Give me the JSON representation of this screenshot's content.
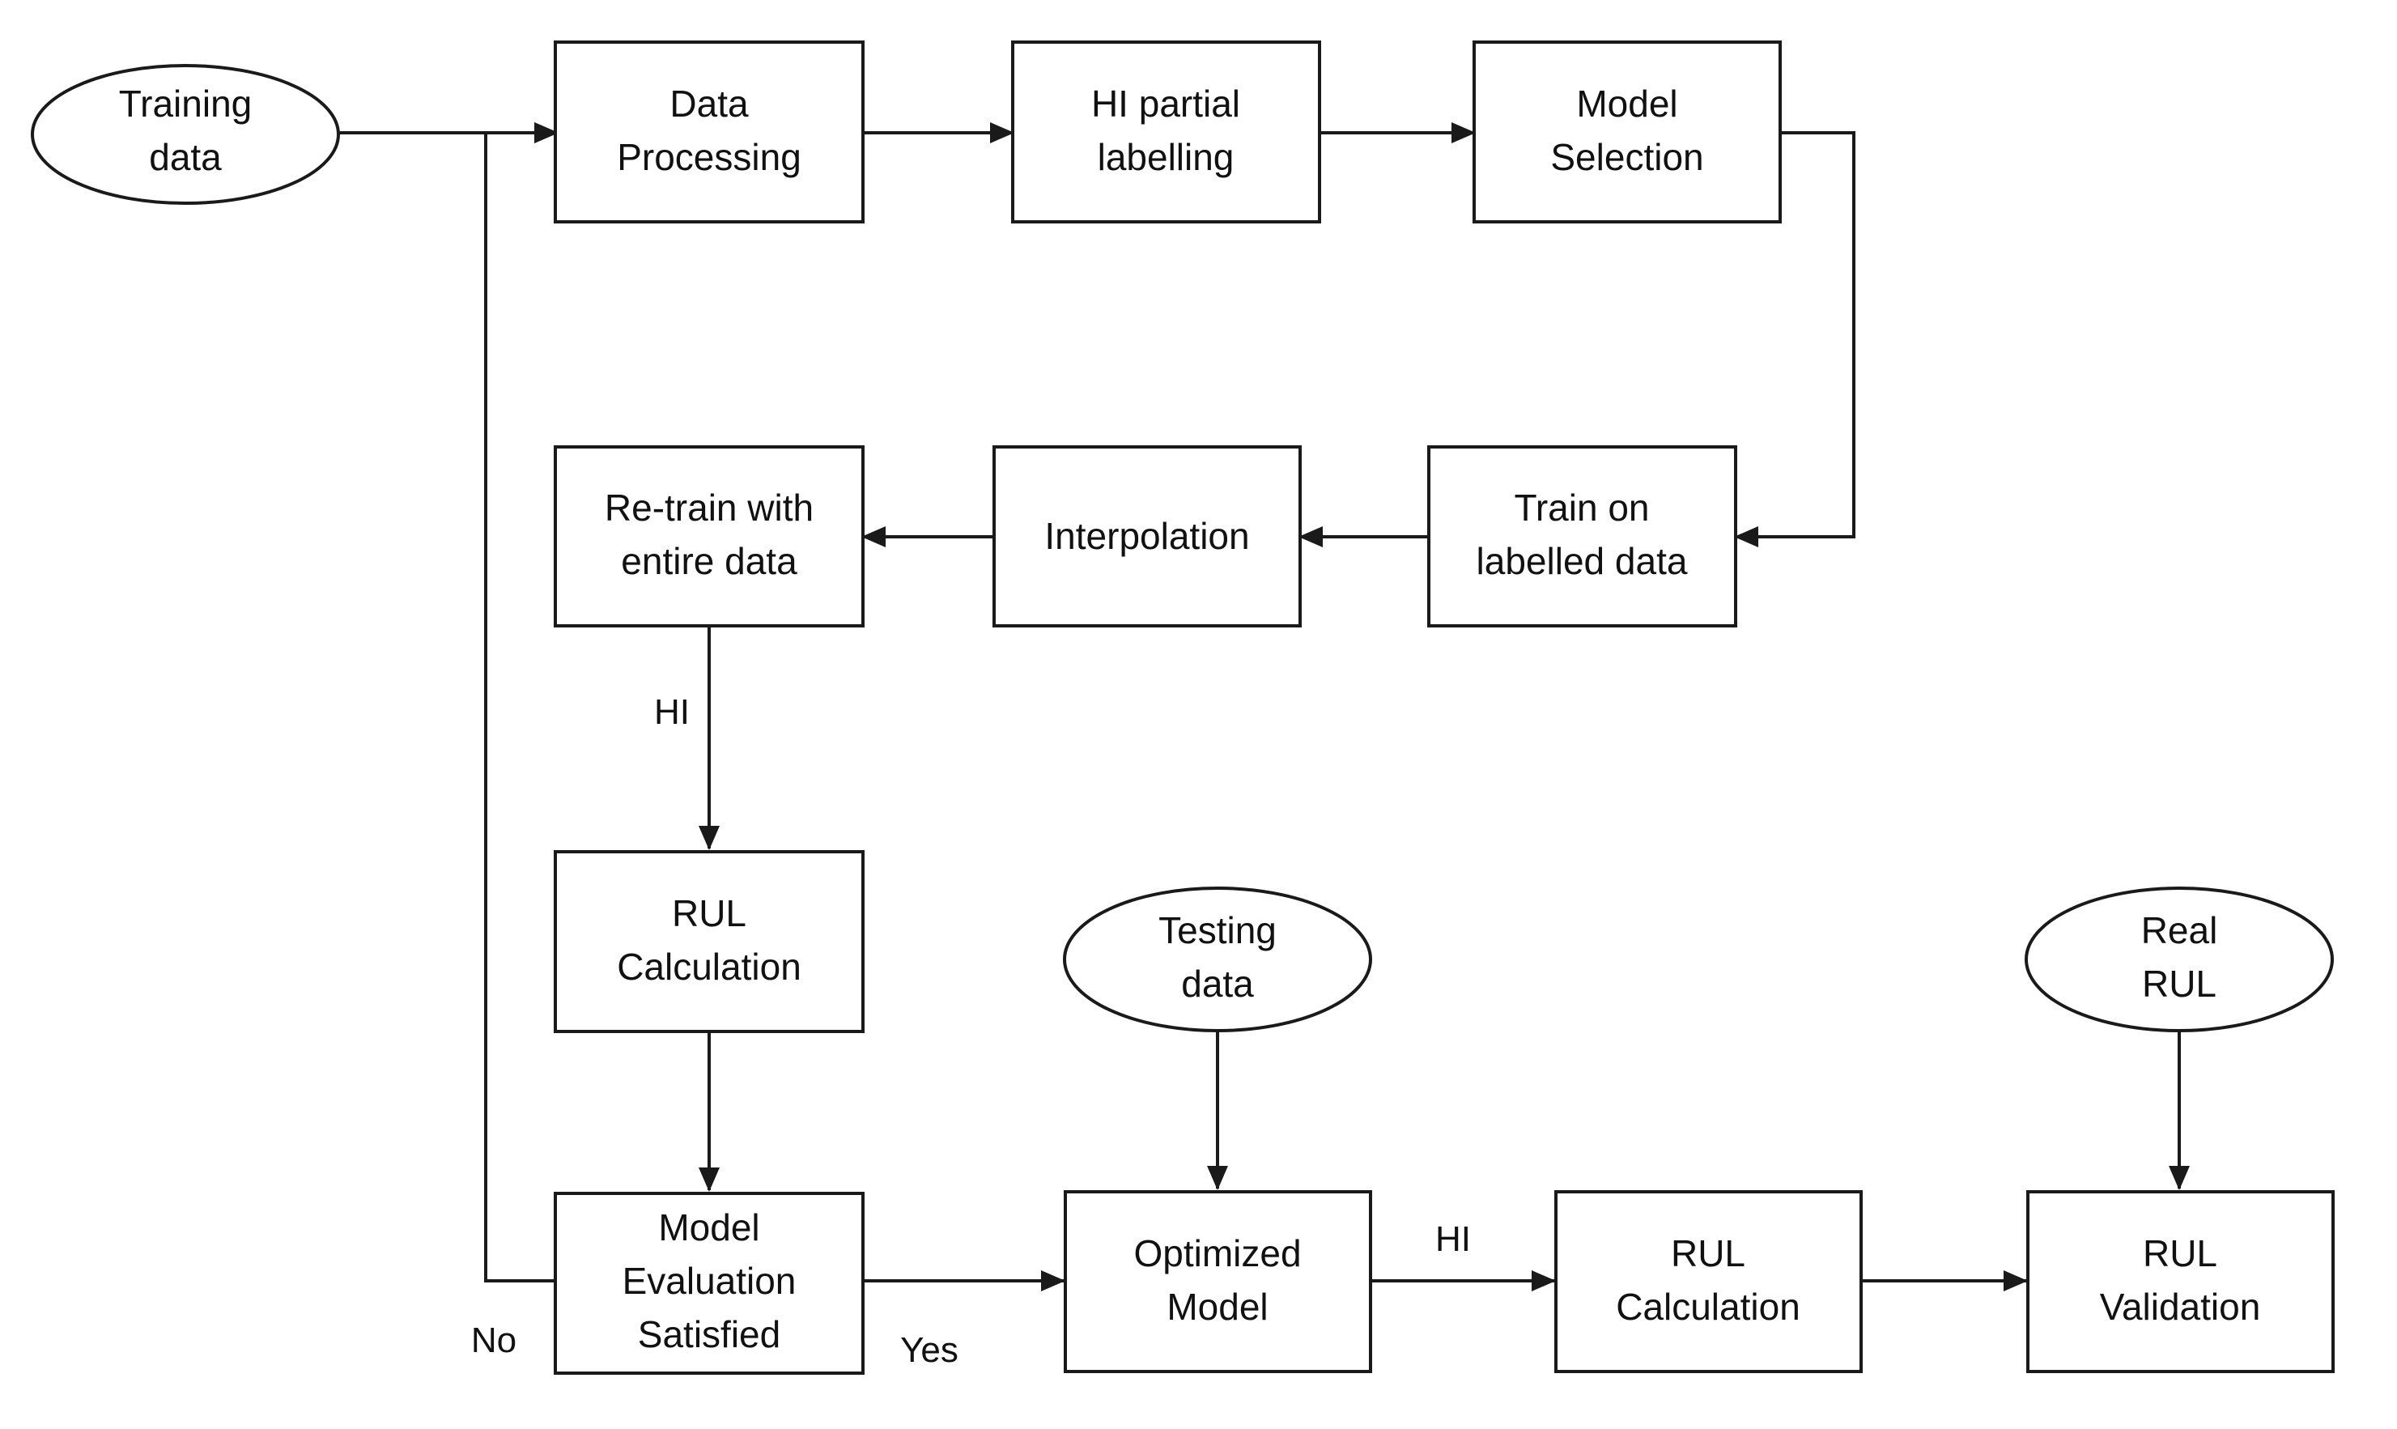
{
  "colors": {
    "stroke": "#1a1a1a",
    "text": "#111111",
    "background": "#ffffff"
  },
  "nodes": {
    "training_data": {
      "shape": "ellipse",
      "lines": [
        "Training",
        "data"
      ]
    },
    "data_processing": {
      "shape": "box",
      "lines": [
        "Data",
        "Processing"
      ]
    },
    "hi_partial_labelling": {
      "shape": "box",
      "lines": [
        "HI partial",
        "labelling"
      ]
    },
    "model_selection": {
      "shape": "box",
      "lines": [
        "Model",
        "Selection"
      ]
    },
    "train_on_labelled": {
      "shape": "box",
      "lines": [
        "Train on",
        "labelled data"
      ]
    },
    "interpolation": {
      "shape": "box",
      "lines": [
        "Interpolation"
      ]
    },
    "retrain_entire": {
      "shape": "box",
      "lines": [
        "Re-train with",
        "entire data"
      ]
    },
    "rul_calc_1": {
      "shape": "box",
      "lines": [
        "RUL",
        "Calculation"
      ]
    },
    "model_evaluation": {
      "shape": "box",
      "lines": [
        "Model",
        "Evaluation",
        "Satisfied"
      ]
    },
    "testing_data": {
      "shape": "ellipse",
      "lines": [
        "Testing",
        "data"
      ]
    },
    "optimized_model": {
      "shape": "box",
      "lines": [
        "Optimized",
        "Model"
      ]
    },
    "rul_calc_2": {
      "shape": "box",
      "lines": [
        "RUL",
        "Calculation"
      ]
    },
    "real_rul": {
      "shape": "ellipse",
      "lines": [
        "Real",
        "RUL"
      ]
    },
    "rul_validation": {
      "shape": "box",
      "lines": [
        "RUL",
        "Validation"
      ]
    }
  },
  "edges": [
    {
      "from": "training_data",
      "to": "data_processing",
      "label": ""
    },
    {
      "from": "data_processing",
      "to": "hi_partial_labelling",
      "label": ""
    },
    {
      "from": "hi_partial_labelling",
      "to": "model_selection",
      "label": ""
    },
    {
      "from": "model_selection",
      "to": "train_on_labelled",
      "label": ""
    },
    {
      "from": "train_on_labelled",
      "to": "interpolation",
      "label": ""
    },
    {
      "from": "interpolation",
      "to": "retrain_entire",
      "label": ""
    },
    {
      "from": "retrain_entire",
      "to": "rul_calc_1",
      "label": "HI"
    },
    {
      "from": "rul_calc_1",
      "to": "model_evaluation",
      "label": ""
    },
    {
      "from": "model_evaluation",
      "to": "data_processing",
      "label": "No"
    },
    {
      "from": "model_evaluation",
      "to": "optimized_model",
      "label": "Yes"
    },
    {
      "from": "testing_data",
      "to": "optimized_model",
      "label": ""
    },
    {
      "from": "optimized_model",
      "to": "rul_calc_2",
      "label": "HI"
    },
    {
      "from": "rul_calc_2",
      "to": "rul_validation",
      "label": ""
    },
    {
      "from": "real_rul",
      "to": "rul_validation",
      "label": ""
    }
  ]
}
